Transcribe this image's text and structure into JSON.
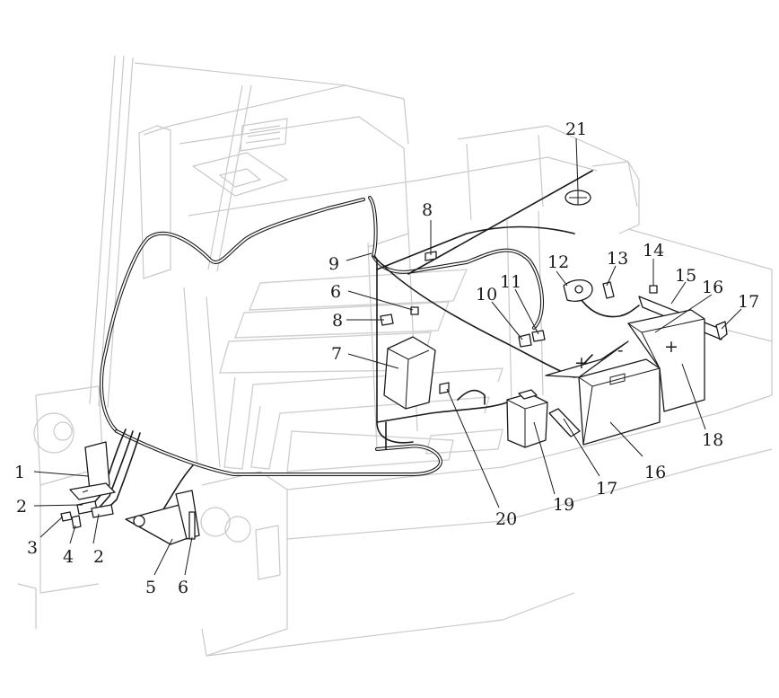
{
  "callouts": [
    {
      "id": "c1",
      "label": "1"
    },
    {
      "id": "c2a",
      "label": "2"
    },
    {
      "id": "c2b",
      "label": "2"
    },
    {
      "id": "c3",
      "label": "3"
    },
    {
      "id": "c4",
      "label": "4"
    },
    {
      "id": "c5",
      "label": "5"
    },
    {
      "id": "c6a",
      "label": "6"
    },
    {
      "id": "c6b",
      "label": "6"
    },
    {
      "id": "c7",
      "label": "7"
    },
    {
      "id": "c8a",
      "label": "8"
    },
    {
      "id": "c8b",
      "label": "8"
    },
    {
      "id": "c9",
      "label": "9"
    },
    {
      "id": "c10",
      "label": "10"
    },
    {
      "id": "c11",
      "label": "11"
    },
    {
      "id": "c12",
      "label": "12"
    },
    {
      "id": "c13",
      "label": "13"
    },
    {
      "id": "c14",
      "label": "14"
    },
    {
      "id": "c15",
      "label": "15"
    },
    {
      "id": "c16a",
      "label": "16"
    },
    {
      "id": "c16b",
      "label": "16"
    },
    {
      "id": "c17a",
      "label": "17"
    },
    {
      "id": "c17b",
      "label": "17"
    },
    {
      "id": "c18",
      "label": "18"
    },
    {
      "id": "c19",
      "label": "19"
    },
    {
      "id": "c20",
      "label": "20"
    },
    {
      "id": "c21",
      "label": "21"
    }
  ],
  "battery_marks": {
    "plus": "+",
    "minus": "-"
  }
}
